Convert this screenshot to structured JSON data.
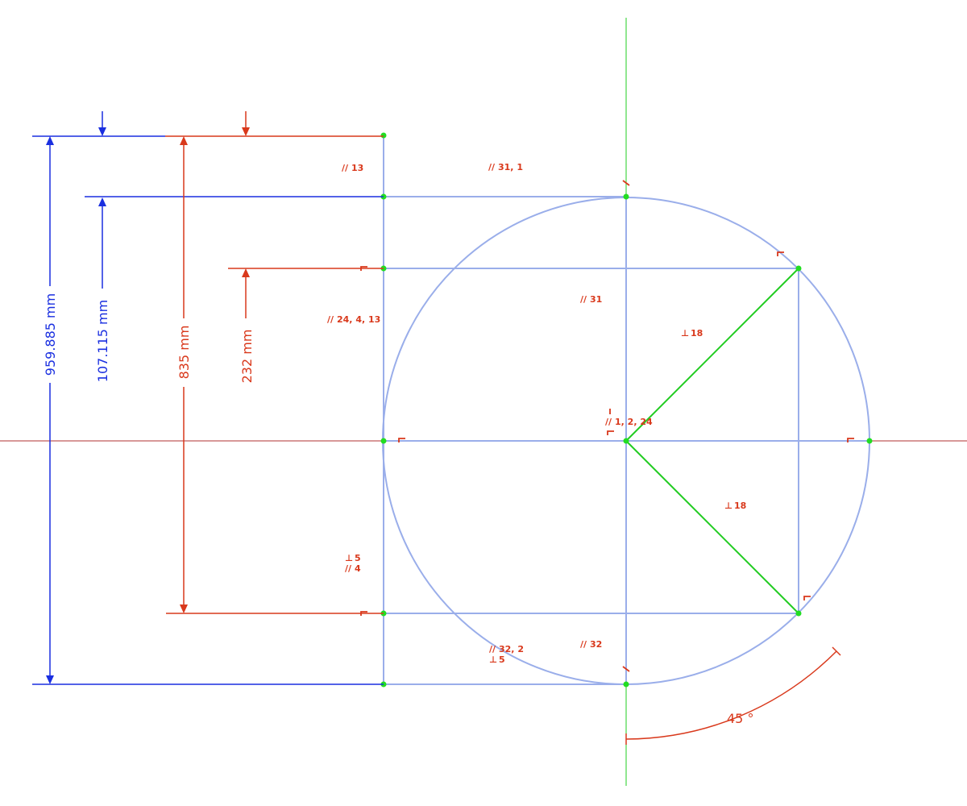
{
  "colors": {
    "geometry": "#9aaeea",
    "construction": "#22cc22",
    "constraint": "#d9391c",
    "dimension_driving": "#1a2fe0",
    "vertex": "#22dd22",
    "h_axis": "#b03030"
  },
  "dimensions": {
    "total_height": "959.885 mm",
    "top_offset": "107.115 mm",
    "inner_height": "835 mm",
    "upper_offset": "232 mm",
    "angle": "45 °"
  },
  "constraint_labels": {
    "c13": "13",
    "c31_1": "31, 1",
    "c24_4_13": "24, 4, 13",
    "c31": "31",
    "c18_top": "18",
    "c1_2_24": "1, 2, 24",
    "c18_bottom": "18",
    "c5": "5",
    "c4": "4",
    "c32_2": "32, 2",
    "c5_bottom": "5",
    "c32": "32"
  },
  "icons": [
    "parallel-icon",
    "perpendicular-icon",
    "coincident-icon",
    "tangent-icon"
  ]
}
